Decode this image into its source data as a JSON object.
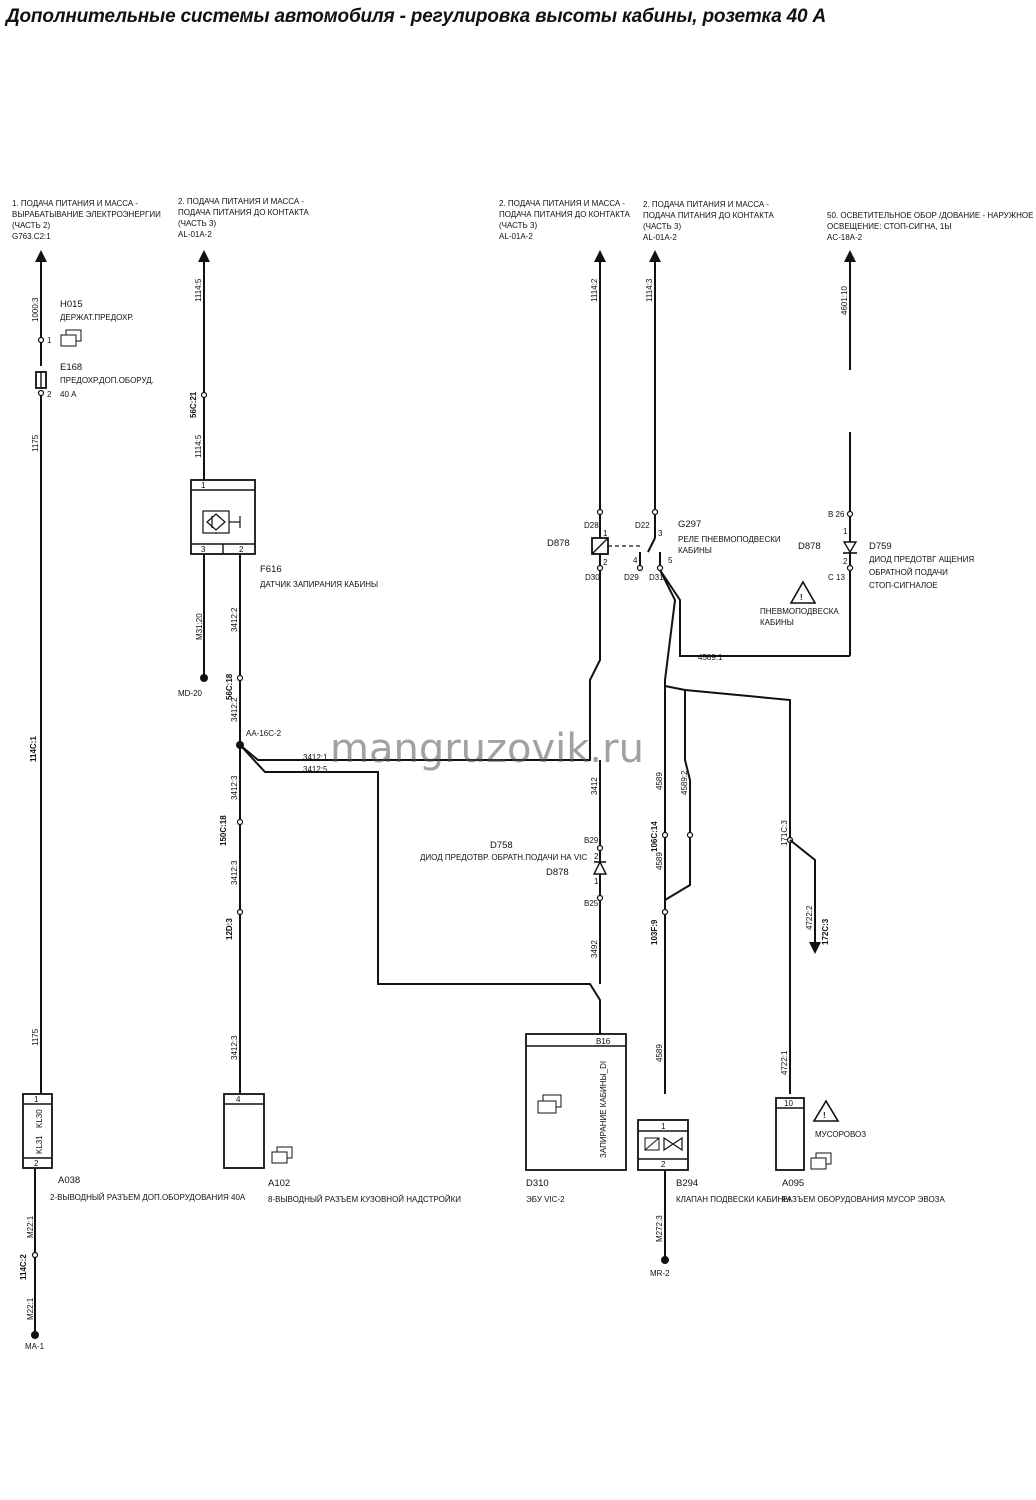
{
  "title": "Дополнительные системы автомобиля - регулировка высоты кабины, розетка 40 А",
  "watermark": "mangruzovik.ru",
  "refs": {
    "r1": [
      "1. ПОДАЧА ПИТАНИЯ И МАССА -",
      "ВЫРАБАТЫВАНИЕ ЭЛЕКТРОЭНЕРГИИ",
      "(ЧАСТЬ 2)",
      "G763.C2:1"
    ],
    "r2": [
      "2. ПОДАЧА ПИТАНИЯ И МАССА -",
      "ПОДАЧА ПИТАНИЯ ДО КОНТАКТА",
      "(ЧАСТЬ 3)",
      "AL-01A-2"
    ],
    "r3": [
      "2. ПОДАЧА ПИТАНИЯ И МАССА -",
      "ПОДАЧА ПИТАНИЯ ДО КОНТАКТА",
      "(ЧАСТЬ 3)",
      "AL-01A-2"
    ],
    "r4": [
      "2. ПОДАЧА ПИТАНИЯ И МАССА -",
      "ПОДАЧА ПИТАНИЯ ДО КОНТАКТА",
      "(ЧАСТЬ 3)",
      "AL-01A-2"
    ],
    "r5": [
      "50. ОСВЕТИТЕЛЬНОЕ ОБОР /ДОВАНИЕ - НАРУЖНОЕ",
      "ОСВЕЩЕНИЕ: СТОП-СИГНА, 1Ы",
      "AC-18A-2"
    ]
  },
  "components": {
    "h015": {
      "id": "H015",
      "desc": "ДЕРЖАТ.ПРЕДОХР."
    },
    "e168": {
      "id": "E168",
      "desc": "ПРЕДОХР.ДОП.ОБОРУД.",
      "rating": "40 А",
      "pin1": "1",
      "pin2": "2"
    },
    "f616": {
      "id": "F616",
      "desc": "ДАТЧИК ЗАПИРАНИЯ КАБИНЫ",
      "pin1": "1",
      "pin3": "3",
      "pin2": "2"
    },
    "relay": {
      "id": "D878",
      "g": "G297",
      "desc1": "РЕЛЕ ПНЕВМОПОДВЕСКИ",
      "desc2": "КАБИНЫ",
      "d28": "D28",
      "d22": "D22",
      "d30": "D30",
      "d29": "D29",
      "d31": "D31",
      "p1": "1",
      "p2": "2",
      "p3": "3",
      "p4": "4",
      "p5": "5"
    },
    "d759": {
      "id": "D759",
      "conn": "D878",
      "desc": [
        "ДИОД ПРЕДОТВГ АЩЕНИЯ",
        "ОБРАТНОЙ ПОДАЧИ",
        "СТОП-СИГНАЛОЕ"
      ],
      "b26": "B 26",
      "c13": "C 13",
      "p1": "1",
      "p2": "2"
    },
    "warn1": {
      "text": [
        "ПНЕВМОПОДВЕСКА",
        "КАБИНЫ"
      ]
    },
    "d758": {
      "id": "D758",
      "desc": "ДИОД ПРЕДОТВР. ОБРАТН.ПОДАЧИ НА VIC",
      "conn": "D878",
      "b29": "B29",
      "b25": "B25",
      "p2": "2",
      "p1": "1"
    },
    "a038": {
      "id": "A038",
      "desc": "2-ВЫВОДНЫЙ РАЗЪЕМ ДОП.ОБОРУДОВАНИЯ 40А",
      "p1": "1",
      "p2": "2",
      "kl30": "KL30",
      "kl31": "KL31"
    },
    "a102": {
      "id": "A102",
      "desc": "8-ВЫВОДНЫЙ РАЗЪЕМ КУЗОВНОЙ НАДСТРОЙКИ",
      "p4": "4"
    },
    "d310": {
      "id": "D310",
      "desc": "ЭБУ VIC-2",
      "b16": "B16",
      "pin": "ЗАПИРАНИЕ КАБИНЫ_DI"
    },
    "b294": {
      "id": "B294",
      "desc": "КЛАПАН ПОДВЕСКИ КАБИНЫ",
      "p1": "1",
      "p2": "2"
    },
    "a095": {
      "id": "A095",
      "desc": "РАЗЪЕМ ОБОРУДОВАНИЯ МУСОР ЭВОЗА",
      "p10": "10",
      "warn": "МУСОРОВОЗ"
    },
    "aa16c": {
      "id": "AA-16C-2"
    }
  },
  "grounds": {
    "md20": "MD-20",
    "mr2": "MR-2",
    "ma1": "MA-1"
  },
  "wires": {
    "w1000_3": "1000:3",
    "w1175a": "1175",
    "w1175b": "1175",
    "w114c_1": "114C:1",
    "wm22_1a": "M22:1",
    "w114c_2": "114C:2",
    "wm22_1b": "M22:1",
    "w1114_5a": "1114:5",
    "w56c_21": "56C:21",
    "w1114_5b": "1114:5",
    "wm31_20": "M31:20",
    "w3412_2a": "3412:2",
    "w56c_18": "56C:18",
    "w3412_2b": "3412:2",
    "w3412_1": "3412:1",
    "w3412_5": "3412:5",
    "w3412_3a": "3412:3",
    "w150c_18": "150C:18",
    "w3412_3b": "3412:3",
    "w12d_3": "12D:3",
    "w3412_3c": "3412:3",
    "w1114_2": "1114:2",
    "w1114_3": "1114:3",
    "w4601_10": "4601:10",
    "w4589_1": "4589:1",
    "w3412": "3412",
    "w3492": "3492",
    "w4589a": "4589",
    "w106c_14": "106C:14",
    "w4589b": "4589",
    "w4589_2": "4589:2",
    "w103f_9": "103F:9",
    "w4589c": "4589",
    "wm272_3": "M272:3",
    "w171c_3": "171C:3",
    "w4722_2": "4722:2",
    "w172c_3": "172C:3",
    "w4722_1": "4722:1"
  }
}
